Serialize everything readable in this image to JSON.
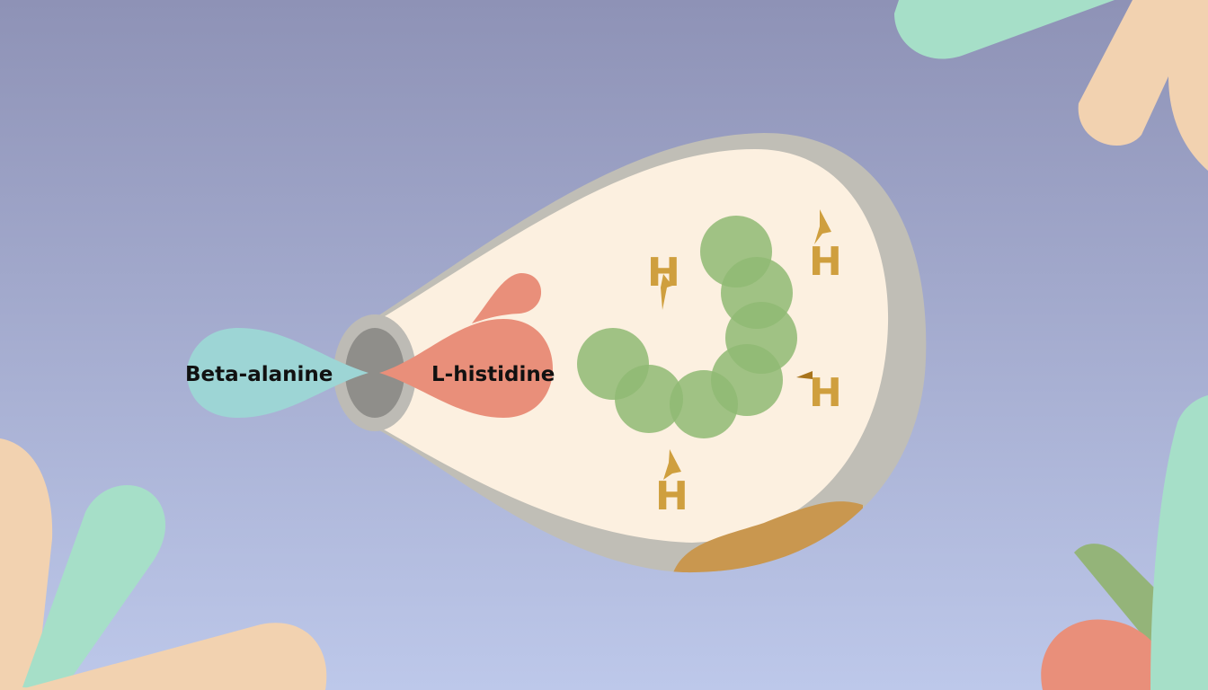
{
  "labels": {
    "left": "Beta-alanine",
    "right": "L-histidine"
  },
  "hydrogen": [
    "H",
    "H",
    "H",
    "H"
  ],
  "colors": {
    "bg_top": "#8e92b6",
    "bg_bottom": "#bdc8ea",
    "shell": "#c0beb6",
    "interior": "#fcf0e0",
    "teal": "#9dd5d5",
    "salmon": "#e98f7a",
    "green": "#8fba73",
    "gold": "#cf9f3e",
    "peach": "#f2d2b0",
    "mint": "#a6dfc8",
    "amber": "#c9974f"
  }
}
